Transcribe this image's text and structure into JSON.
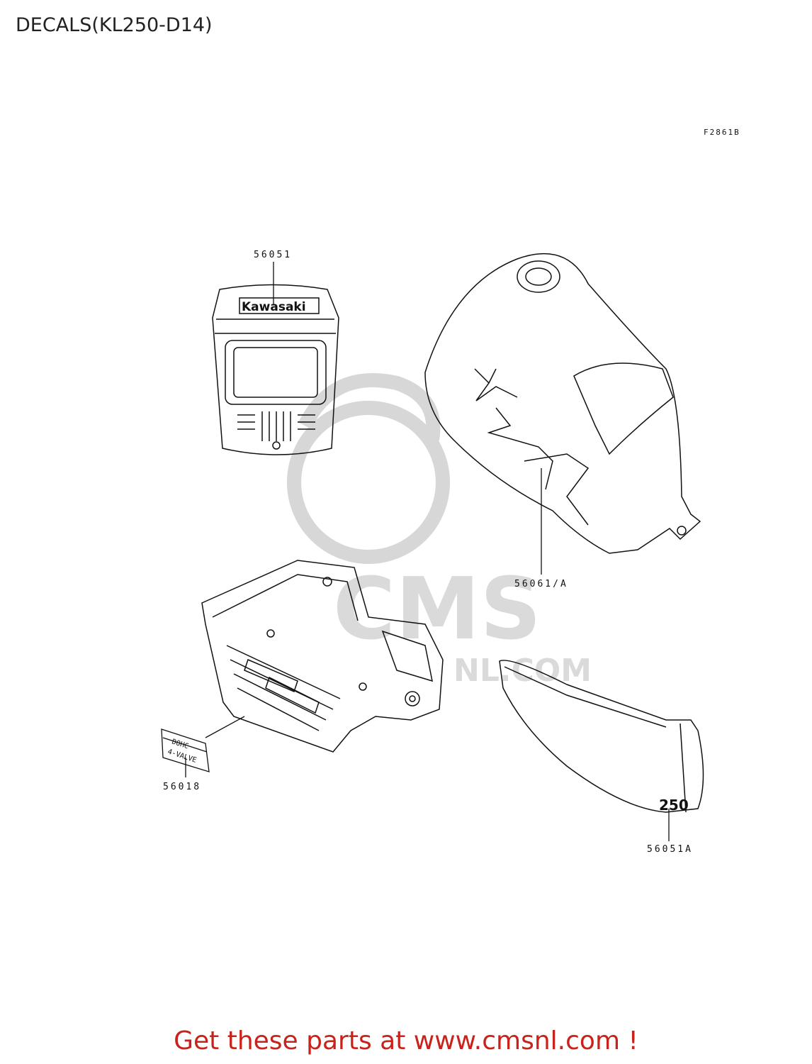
{
  "title": "DECALS(KL250-D14)",
  "figure_code": "F2861B",
  "parts": [
    {
      "number": "56051"
    },
    {
      "number": "56061/A"
    },
    {
      "number": "56018"
    },
    {
      "number": "56051A"
    }
  ],
  "decal_text": {
    "headlight": "Kawasaki",
    "engine_line1": "DOHC",
    "engine_line2": "4-VALVE",
    "side_cover": "250"
  },
  "watermark": {
    "brand": "CMS",
    "domain": "NL.COM"
  },
  "footer": {
    "link_text": "Get these parts at www.cmsnl.com !"
  },
  "colors": {
    "link": "#c8221b",
    "line": "#111111",
    "watermark": "#cfcfcf"
  }
}
